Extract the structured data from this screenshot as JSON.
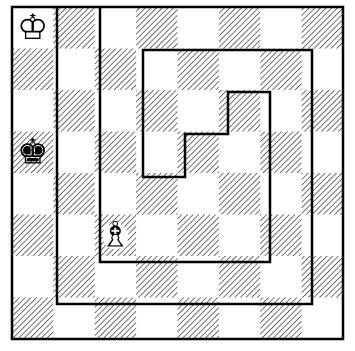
{
  "board": {
    "title": "",
    "light_color": "#ffffff",
    "dark_hatch_color": "#000000",
    "wall_color": "#000000"
  },
  "pieces": [
    {
      "name": "white-king-piece",
      "glyph": "♔",
      "color": "white",
      "piece": "king",
      "col": 0,
      "row": 0
    },
    {
      "name": "black-king-piece",
      "glyph": "♚",
      "color": "black",
      "piece": "king",
      "col": 0,
      "row": 3
    },
    {
      "name": "white-bishop-piece",
      "glyph": "♗",
      "color": "white",
      "piece": "bishop",
      "col": 2,
      "row": 5
    }
  ]
}
